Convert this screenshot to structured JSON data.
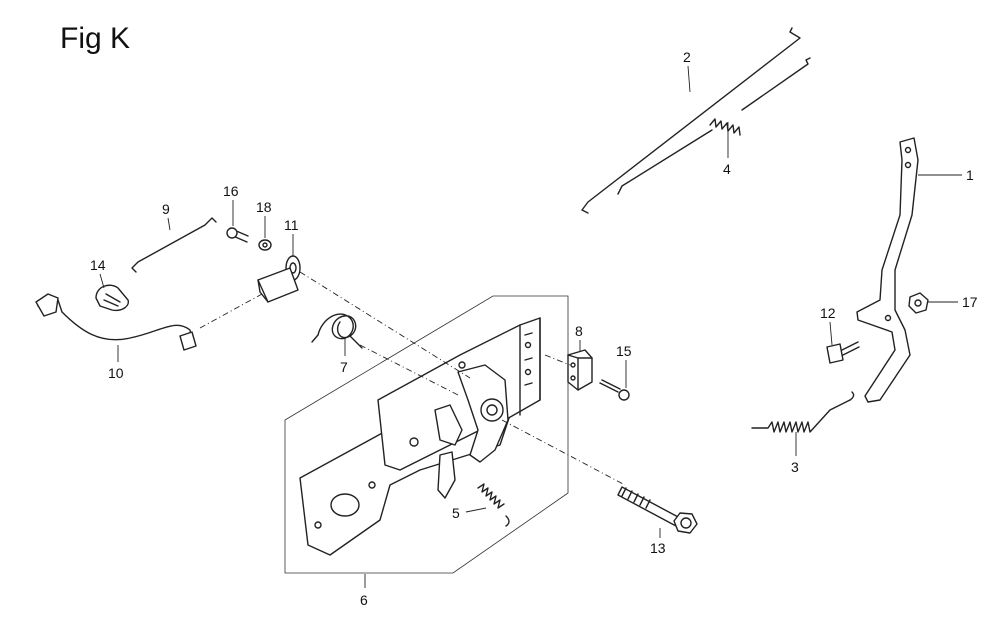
{
  "figure": {
    "title": "Fig K"
  },
  "callouts": [
    "1",
    "2",
    "3",
    "4",
    "5",
    "6",
    "7",
    "8",
    "9",
    "10",
    "11",
    "12",
    "13",
    "14",
    "15",
    "16",
    "17",
    "18"
  ]
}
